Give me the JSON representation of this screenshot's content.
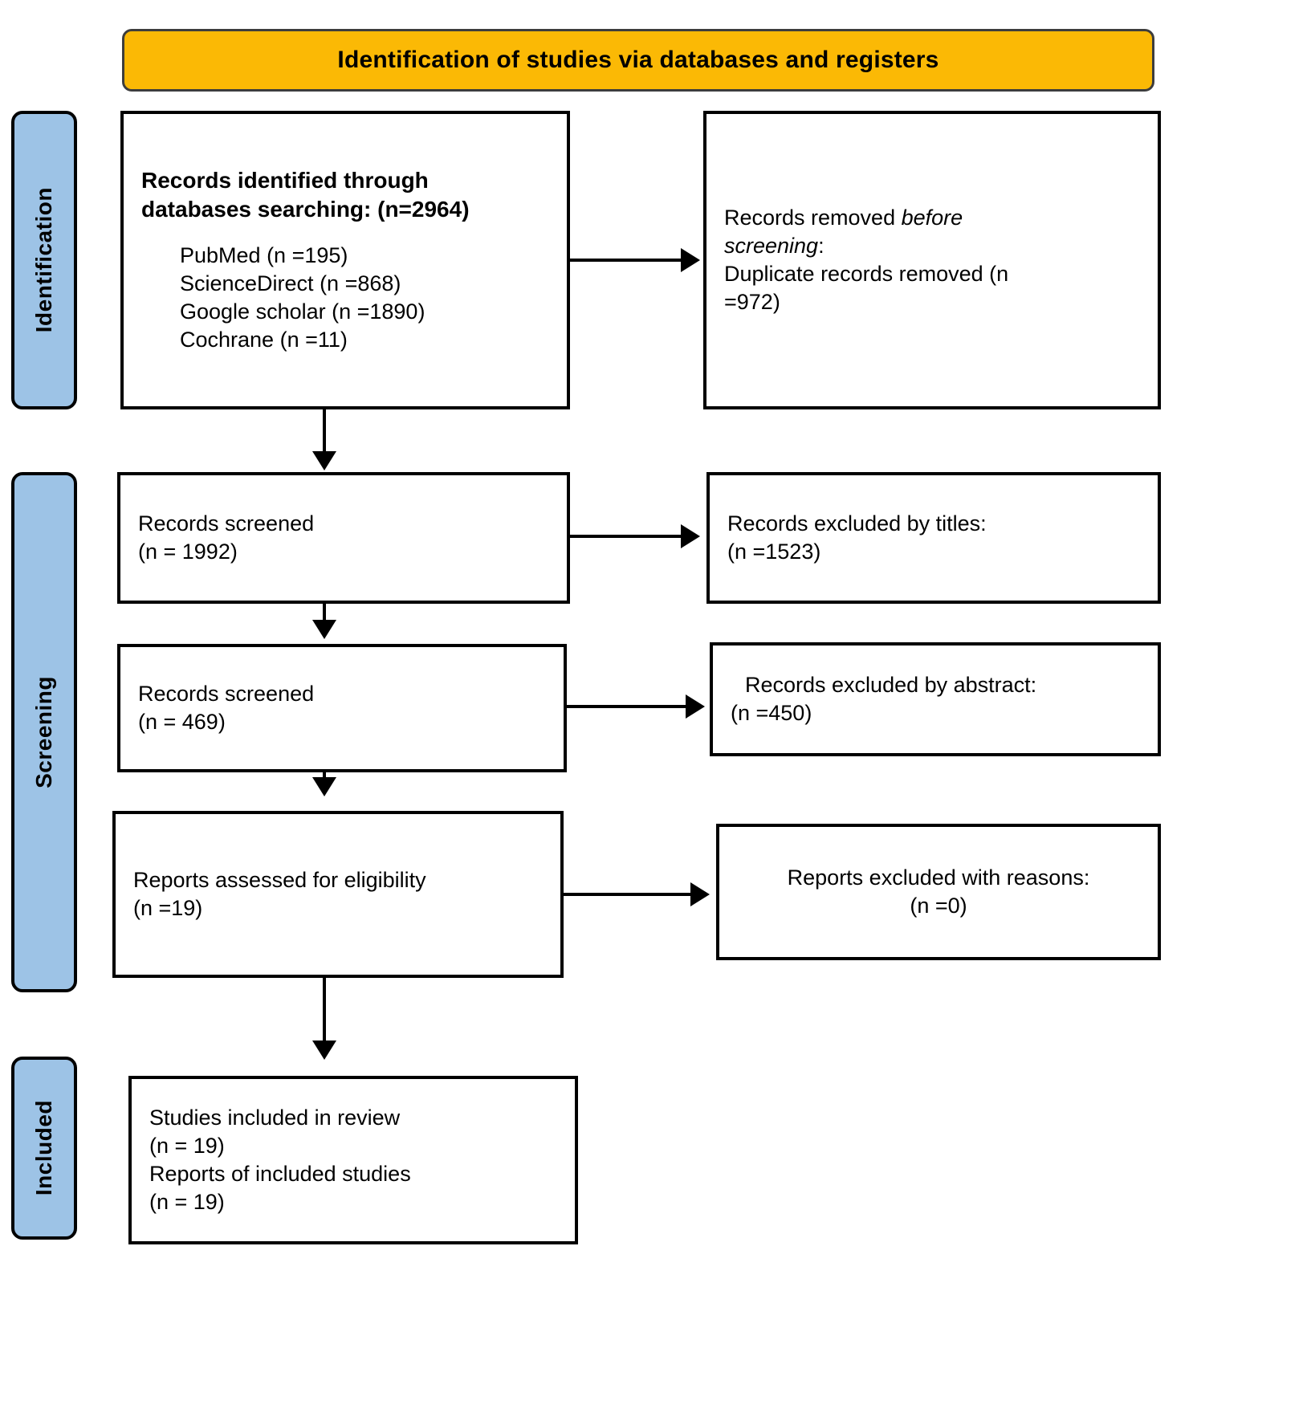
{
  "banner": {
    "title": "Identification of studies via databases and registers"
  },
  "stages": [
    {
      "name": "identification",
      "label": "Identification"
    },
    {
      "name": "screening",
      "label": "Screening"
    },
    {
      "name": "included",
      "label": "Included"
    }
  ],
  "boxes": {
    "identified": {
      "heading_line1": "Records identified through",
      "heading_line2": "databases searching: (n=2964)",
      "sources": [
        "PubMed (n =195)",
        "ScienceDirect (n =868)",
        "Google scholar (n =1890)",
        "Cochrane (n =11)"
      ]
    },
    "removed": {
      "line1_prefix": "Records removed ",
      "line1_italic": "before",
      "line2_italic": "screening",
      "line2_suffix": ":",
      "line3": "Duplicate records removed (n",
      "line4": "=972)"
    },
    "screened_1": {
      "line1": "Records screened",
      "line2": "(n = 1992)"
    },
    "excluded_titles": {
      "line1": "Records excluded by titles:",
      "line2": "(n =1523)"
    },
    "screened_2": {
      "line1": "Records screened",
      "line2": "(n = 469)"
    },
    "excluded_abstract": {
      "line1": "Records excluded by abstract:",
      "line2": "(n =450)"
    },
    "eligibility": {
      "line1": "Reports assessed for eligibility",
      "line2": "(n =19)"
    },
    "excluded_reasons": {
      "line1": "Reports excluded with reasons:",
      "line2": "(n =0)"
    },
    "included": {
      "line1": "Studies included in review",
      "line2": "(n = 19)",
      "line3": "Reports of included studies",
      "line4": "(n = 19)"
    }
  },
  "colors": {
    "banner_fill": "#FBB905",
    "stage_fill": "#9DC3E6",
    "outline": "#000000",
    "background": "#FFFFFF"
  },
  "chart_data": {
    "type": "table",
    "title": "PRISMA flow diagram",
    "stages": [
      "Identification",
      "Screening",
      "Included"
    ],
    "nodes": [
      {
        "id": "identified",
        "stage": "Identification",
        "label": "Records identified through databases searching",
        "n": 2964
      },
      {
        "id": "pubmed",
        "stage": "Identification",
        "label": "PubMed",
        "n": 195
      },
      {
        "id": "sciencedirect",
        "stage": "Identification",
        "label": "ScienceDirect",
        "n": 868
      },
      {
        "id": "google_scholar",
        "stage": "Identification",
        "label": "Google scholar",
        "n": 1890
      },
      {
        "id": "cochrane",
        "stage": "Identification",
        "label": "Cochrane",
        "n": 11
      },
      {
        "id": "duplicates_removed",
        "stage": "Identification",
        "label": "Duplicate records removed before screening",
        "n": 972
      },
      {
        "id": "screened_1",
        "stage": "Screening",
        "label": "Records screened",
        "n": 1992
      },
      {
        "id": "excluded_titles",
        "stage": "Screening",
        "label": "Records excluded by titles",
        "n": 1523
      },
      {
        "id": "screened_2",
        "stage": "Screening",
        "label": "Records screened",
        "n": 469
      },
      {
        "id": "excluded_abstract",
        "stage": "Screening",
        "label": "Records excluded by abstract",
        "n": 450
      },
      {
        "id": "eligibility",
        "stage": "Screening",
        "label": "Reports assessed for eligibility",
        "n": 19
      },
      {
        "id": "excluded_reasons",
        "stage": "Screening",
        "label": "Reports excluded with reasons",
        "n": 0
      },
      {
        "id": "included_studies",
        "stage": "Included",
        "label": "Studies included in review",
        "n": 19
      },
      {
        "id": "included_reports",
        "stage": "Included",
        "label": "Reports of included studies",
        "n": 19
      }
    ],
    "edges": [
      {
        "from": "identified",
        "to": "duplicates_removed",
        "direction": "right"
      },
      {
        "from": "identified",
        "to": "screened_1",
        "direction": "down"
      },
      {
        "from": "screened_1",
        "to": "excluded_titles",
        "direction": "right"
      },
      {
        "from": "screened_1",
        "to": "screened_2",
        "direction": "down"
      },
      {
        "from": "screened_2",
        "to": "excluded_abstract",
        "direction": "right"
      },
      {
        "from": "screened_2",
        "to": "eligibility",
        "direction": "down"
      },
      {
        "from": "eligibility",
        "to": "excluded_reasons",
        "direction": "right"
      },
      {
        "from": "eligibility",
        "to": "included_studies",
        "direction": "down"
      }
    ]
  }
}
